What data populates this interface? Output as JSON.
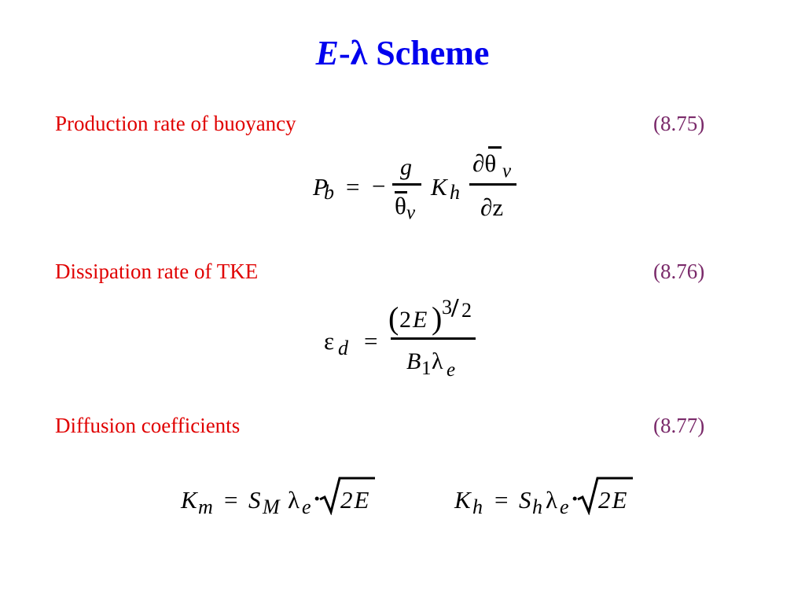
{
  "slide": {
    "title_var": "E",
    "title_rest": "-λ Scheme"
  },
  "sections": [
    {
      "heading": "Production rate of buoyancy",
      "number": "(8.75)"
    },
    {
      "heading": "Dissipation rate of TKE",
      "number": "(8.76)"
    },
    {
      "heading": "Diffusion coefficients",
      "number": "(8.77)"
    }
  ],
  "eq875": {
    "P": "P",
    "sub_b": "b",
    "eq": "=",
    "minus": "−",
    "g": "g",
    "theta": "θ",
    "sub_v": "v",
    "K": "K",
    "sub_h": "h",
    "partial_num": "∂θ",
    "partial_den": "∂z"
  },
  "eq876": {
    "eps": "ε",
    "sub_d": "d",
    "eq": "=",
    "lparen": "(",
    "two": "2",
    "E": "E",
    "rparen": ")",
    "exp_3": "3",
    "exp_slash": "/",
    "exp_2": "2",
    "B": "B",
    "sub_1": "1",
    "lambda": "λ",
    "sub_e": "e"
  },
  "eq877": {
    "left": {
      "K": "K",
      "sub": "m",
      "eq": "=",
      "S": "S",
      "S_sub": "M",
      "lambda": "λ",
      "lambda_sub": "e",
      "dot": "·",
      "root": "2E"
    },
    "right": {
      "K": "K",
      "sub": "h",
      "eq": "=",
      "S": "S",
      "S_sub": "h",
      "lambda": "λ",
      "lambda_sub": "e",
      "dot": "·",
      "root": "2E"
    }
  }
}
